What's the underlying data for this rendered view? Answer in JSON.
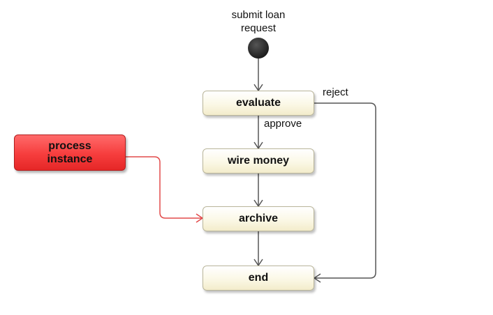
{
  "start": {
    "label": "submit loan\nrequest"
  },
  "states": {
    "evaluate": "evaluate",
    "wire_money": "wire money",
    "archive": "archive",
    "end": "end"
  },
  "process_instance": "process\ninstance",
  "transitions": {
    "reject": "reject",
    "approve": "approve"
  },
  "colors": {
    "state_fill": "#fbf8e6",
    "process_fill": "#f63d3d",
    "arrow": "#555555",
    "highlight_arrow": "#e24a4a",
    "start_node": "#2b2b2b"
  }
}
